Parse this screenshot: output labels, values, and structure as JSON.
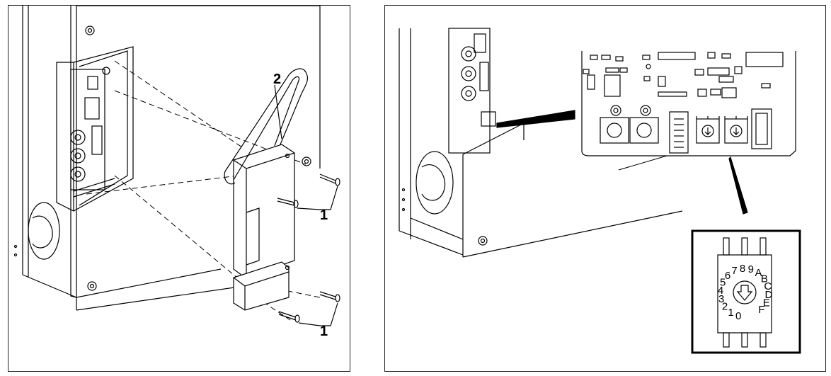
{
  "left_panel": {
    "callouts": {
      "screws_upper": "1",
      "cover": "2",
      "screws_lower": "1"
    }
  },
  "right_panel": {
    "rotary_switch_chars": [
      "0",
      "1",
      "2",
      "3",
      "4",
      "5",
      "6",
      "7",
      "8",
      "9",
      "A",
      "B",
      "C",
      "D",
      "E",
      "F"
    ]
  },
  "icons": [
    "screw-icon",
    "arrow-icon"
  ],
  "colors": {
    "line": "#000000",
    "background": "#ffffff"
  }
}
